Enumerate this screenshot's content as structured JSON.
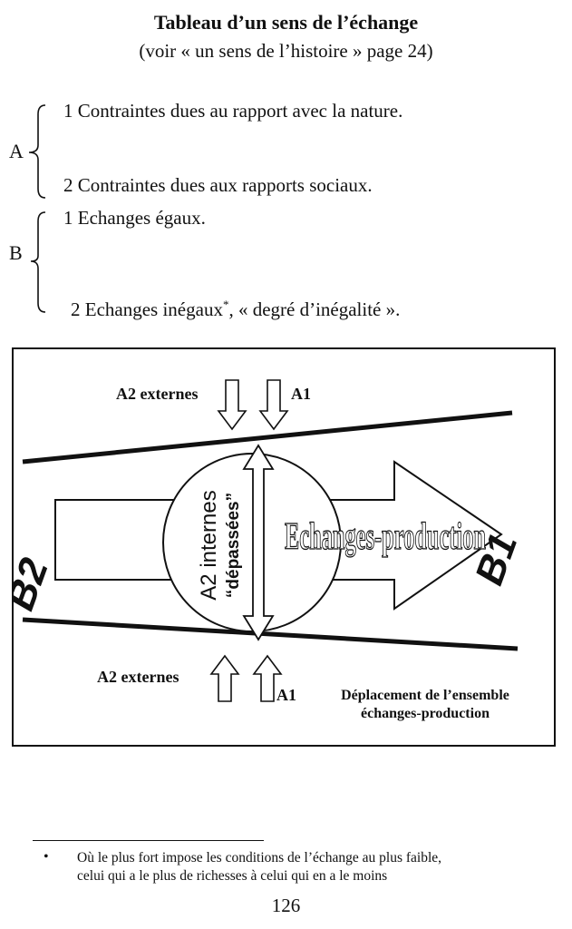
{
  "header": {
    "title": "Tableau d’un sens de l’échange",
    "subtitle": "(voir « un sens de l’histoire » page 24)"
  },
  "groups": [
    {
      "letter": "A",
      "items": [
        "1 Contraintes dues au rapport avec la nature.",
        "2 Contraintes dues aux rapports sociaux."
      ]
    },
    {
      "letter": "B",
      "items": [
        "1 Echanges égaux.",
        "2 Echanges inégaux",
        "*",
        ", « degré d’inégalité »."
      ]
    }
  ],
  "diagram": {
    "top_left_label": "A2 externes",
    "top_right_label": "A1",
    "bottom_left_label": "A2 externes",
    "bottom_right_label": "A1",
    "left_label": "B2",
    "right_label": "B1",
    "circle_text_1": "A2 internes",
    "circle_text_2": "“dépassées”",
    "main_text": "Echanges-production",
    "caption_1": "Déplacement de l’ensemble",
    "caption_2": "échanges-production"
  },
  "footnote": {
    "bullet": "•",
    "line1": "Où le plus fort impose les conditions de l’échange au plus faible,",
    "line2": "celui qui a le plus de richesses à celui qui en a le moins"
  },
  "page_number": "126"
}
